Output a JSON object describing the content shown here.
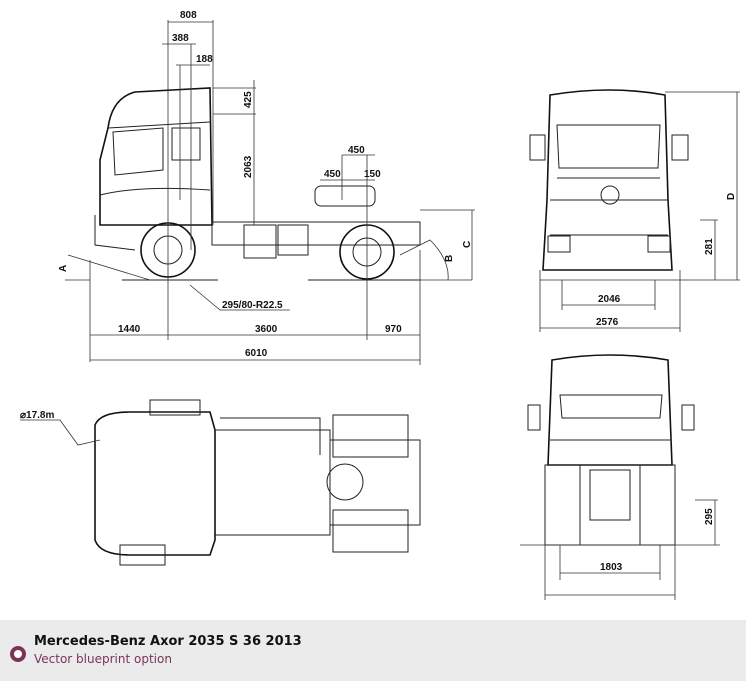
{
  "blueprint": {
    "side_view": {
      "dims": {
        "cab_808": "808",
        "cab_388": "388",
        "cab_188": "188",
        "roof_425": "425",
        "height_2063": "2063",
        "fw_450_top": "450",
        "fw_450": "450",
        "fw_150": "150",
        "front_overhang": "1440",
        "wheelbase": "3600",
        "rear_overhang": "970",
        "overall_length": "6010",
        "tyre": "295/80-R22.5",
        "angle_a": "A",
        "angle_b": "B",
        "height_c": "C"
      }
    },
    "front_view": {
      "dims": {
        "height_d": "D",
        "bumper_281": "281",
        "track_2046": "2046",
        "width_2576": "2576"
      }
    },
    "top_view": {
      "dims": {
        "turning_circle": "⌀17.8m"
      }
    },
    "rear_view": {
      "dims": {
        "height_295": "295",
        "track_1803": "1803"
      }
    }
  },
  "caption": {
    "title": "Mercedes-Benz Axor 2035 S 36 2013",
    "subtitle": "Vector blueprint option",
    "accent_color": "#7b3458"
  }
}
